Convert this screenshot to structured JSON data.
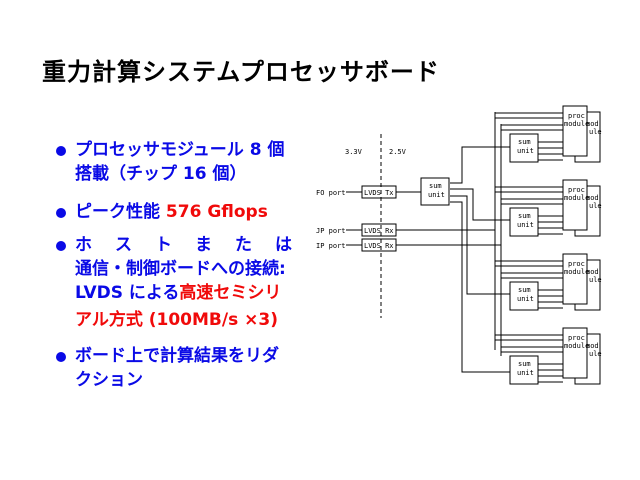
{
  "title": "重力計算システムプロセッサボード",
  "bullets": [
    {
      "lines": [
        "プロセッサモジュール 8 個",
        "搭載（チップ 16 個）"
      ]
    },
    {
      "text": "ピーク性能 ",
      "highlight": "576 Gflops"
    },
    {
      "line1": "ホストまたは",
      "line2": "通信・制御ボードへの接続:",
      "line3_text": "LVDS による",
      "line3_highlight": "高速セミシリ",
      "line4_highlight": "アル方式 (100MB/s ×3)"
    },
    {
      "lines": [
        "ボード上で計算結果をリダ",
        "クション"
      ]
    }
  ],
  "colors": {
    "text": "#0a0ae6",
    "highlight": "#f00a0a"
  },
  "diagram": {
    "voltage_left": "3.3V",
    "voltage_right": "2.5V",
    "ports": [
      "FO port",
      "JP port",
      "IP port"
    ],
    "lvds": [
      "LVDS Tx",
      "LVDS Rx",
      "LVDS Rx"
    ],
    "unit_label": [
      "sum",
      "unit"
    ],
    "proc_label": [
      "proc",
      "module",
      "mod",
      "ule"
    ]
  }
}
